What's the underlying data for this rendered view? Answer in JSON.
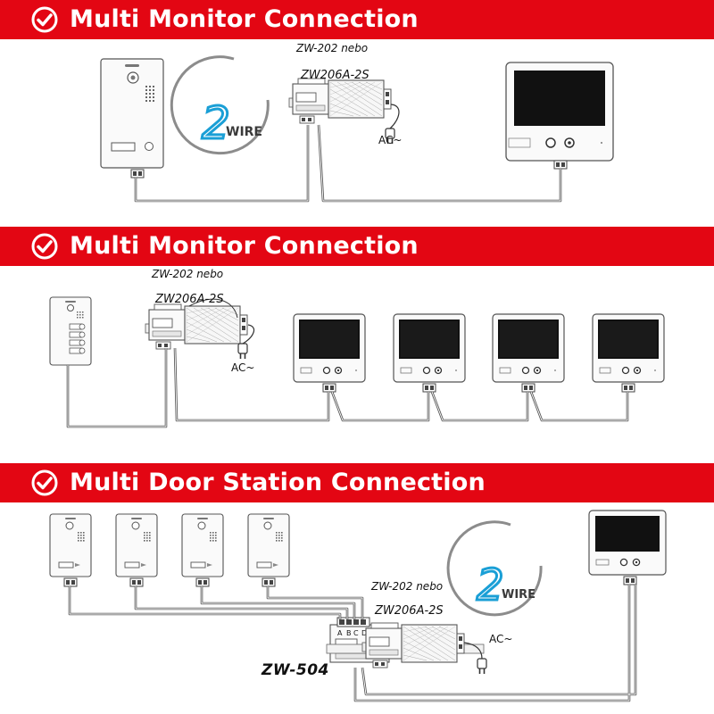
{
  "sections": [
    {
      "title": "Multi Monitor Connection",
      "module_label_1": "ZW-202 nebo",
      "module_label_2": "ZW206A-2S",
      "ac_label": "AC~"
    },
    {
      "title": "Multi Monitor Connection",
      "module_label_1": "ZW-202 nebo",
      "module_label_2": "ZW206A-2S",
      "ac_label": "AC~"
    },
    {
      "title": "Multi Door Station Connection",
      "module_label_1": "ZW-202 nebo",
      "module_label_2": "ZW206A-2S",
      "ac_label": "AC~",
      "distributor_label": "ZW-504",
      "terminal_labels": [
        "A",
        "B",
        "C",
        "D"
      ]
    }
  ],
  "logo": {
    "number": "2",
    "text": "WIRE"
  },
  "colors": {
    "banner": "#e30613",
    "logo_ring": "#8c8c8c",
    "logo_digit": "#1a9fd6",
    "line": "#555555"
  },
  "icons": {
    "section_marker": "check-circle-icon",
    "plug": "power-plug-icon"
  }
}
